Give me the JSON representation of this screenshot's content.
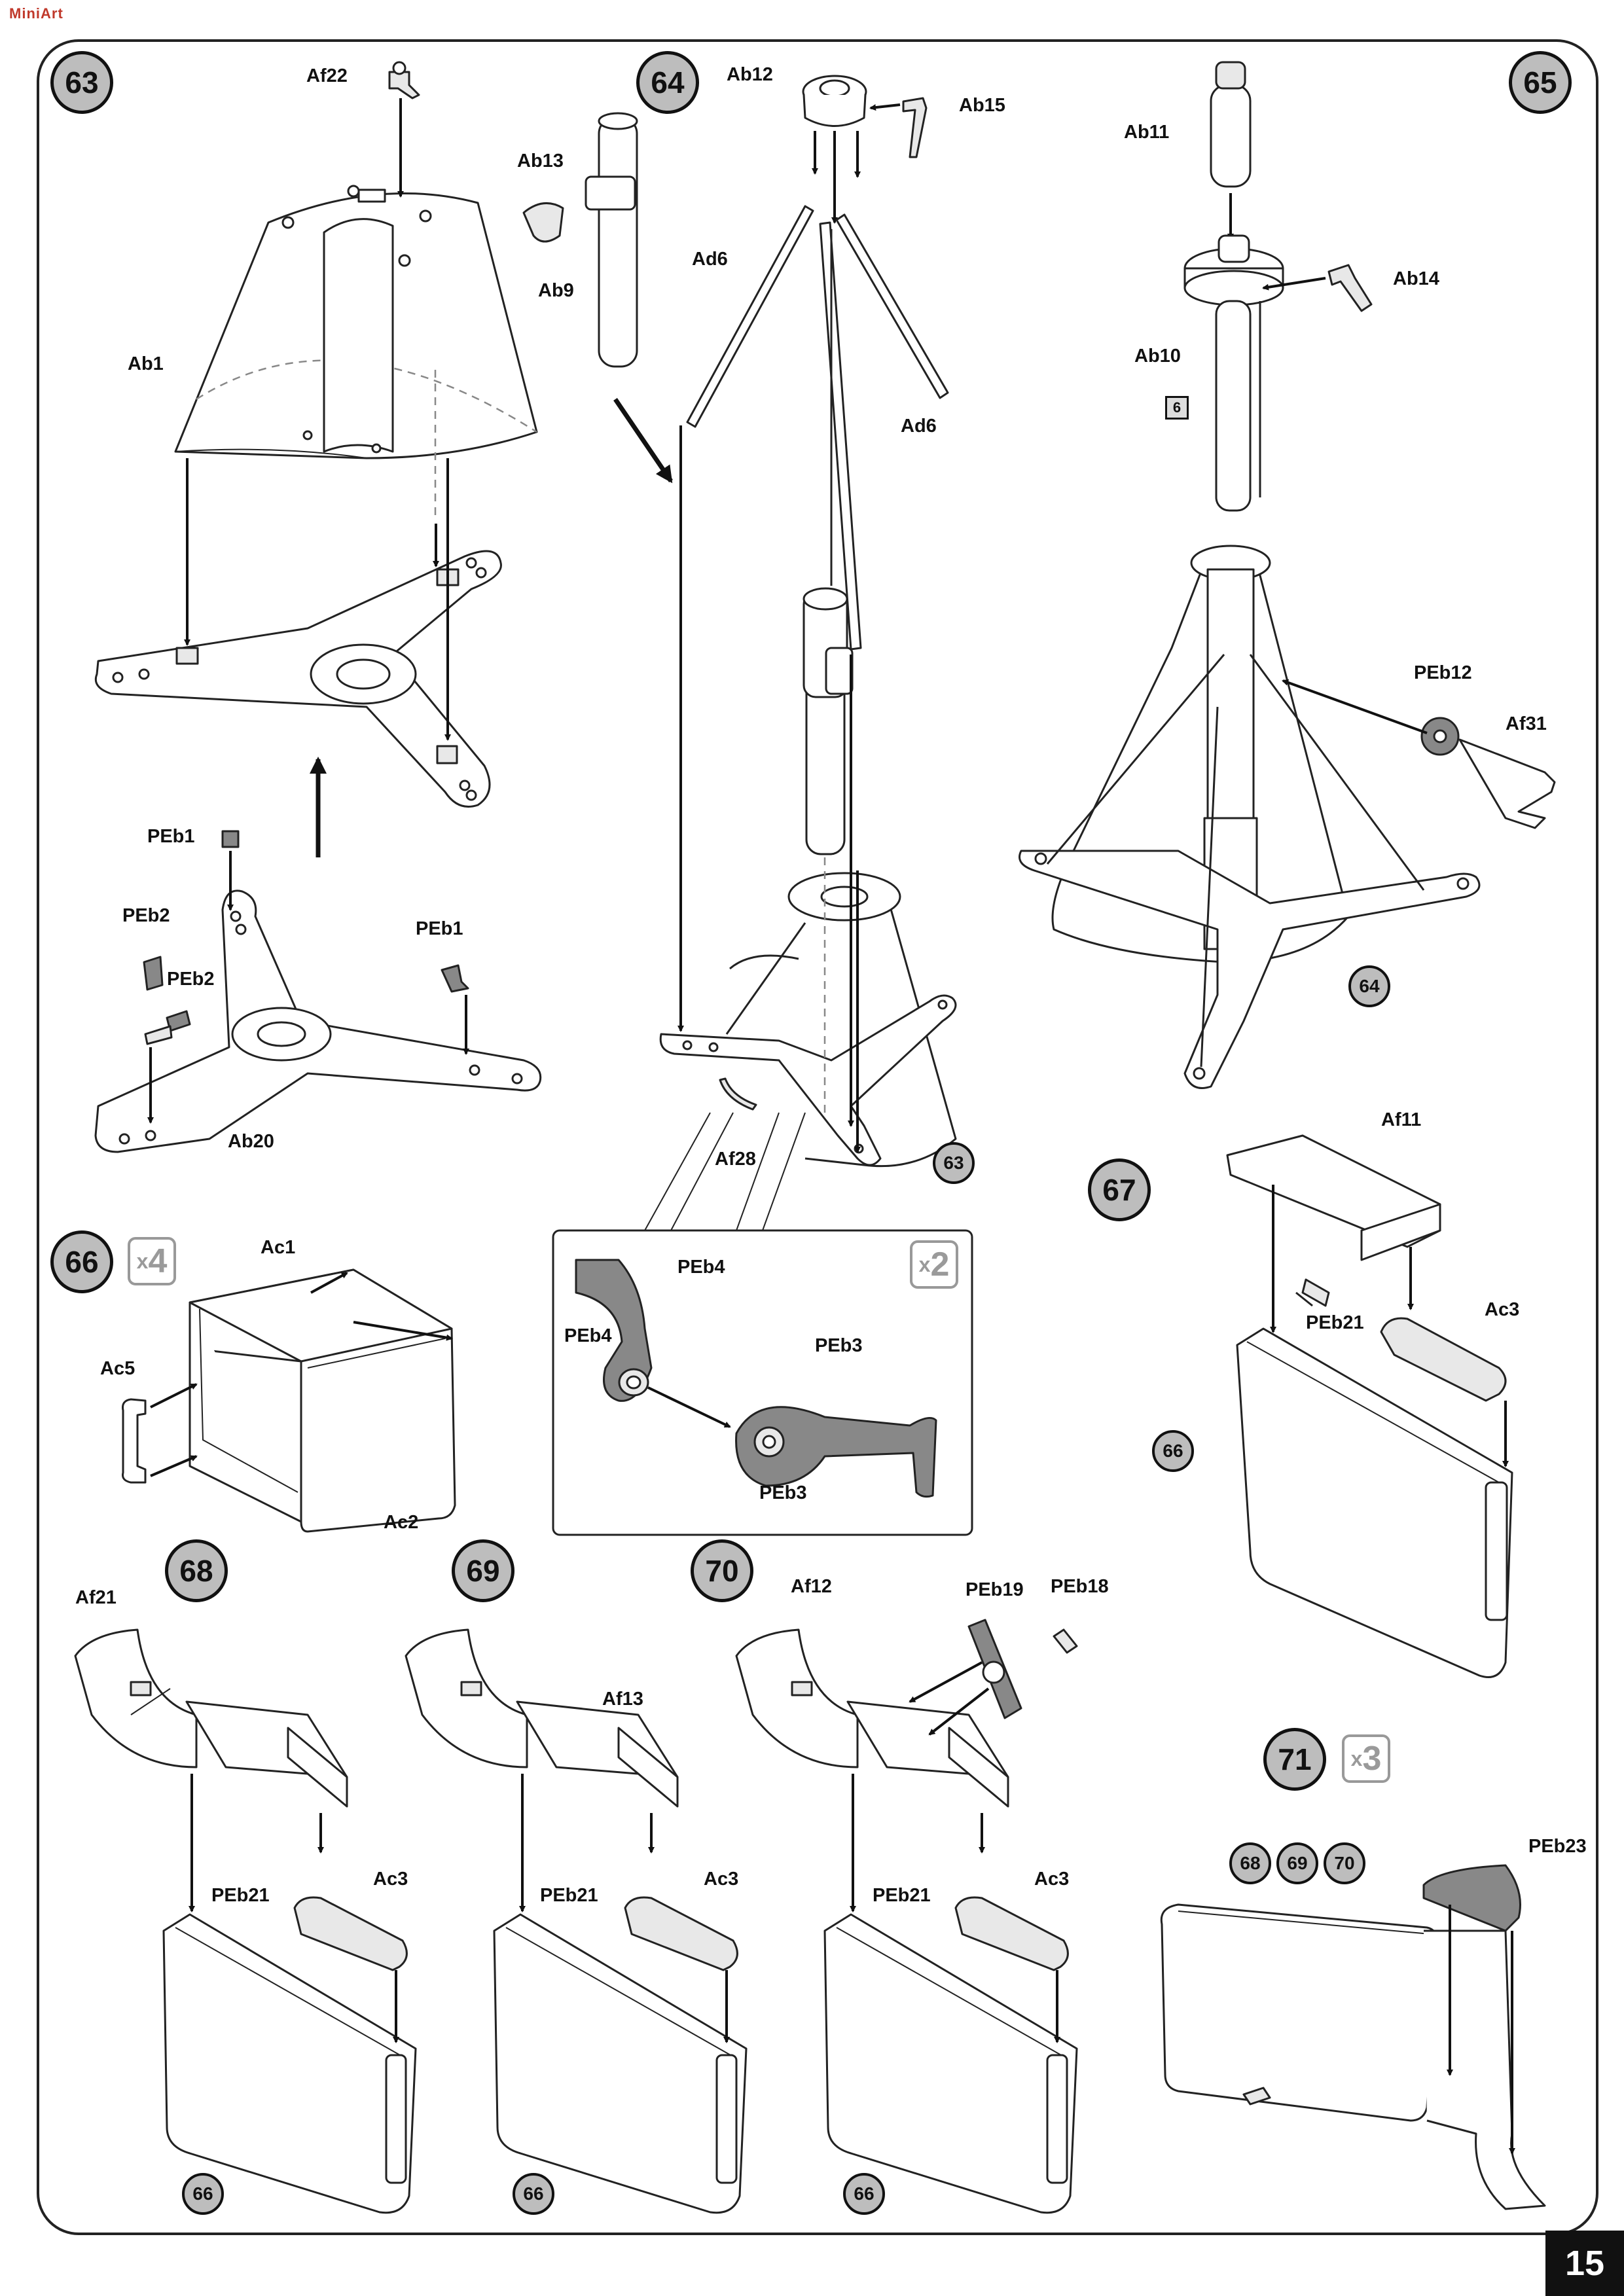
{
  "page": {
    "number": "15",
    "publisher_logo": "MiniArt"
  },
  "steps": [
    {
      "num": "63"
    },
    {
      "num": "64"
    },
    {
      "num": "65"
    },
    {
      "num": "66",
      "multiplier": "4"
    },
    {
      "num": "67"
    },
    {
      "num": "68"
    },
    {
      "num": "69"
    },
    {
      "num": "70"
    },
    {
      "num": "71",
      "multiplier": "3"
    }
  ],
  "multiplier_prefix": "x",
  "detail_box": {
    "multiplier": "2"
  },
  "part_number_box": "6",
  "labels": {
    "af22": "Af22",
    "ab1": "Ab1",
    "peb1_a": "PEb1",
    "peb2_a": "PEb2",
    "peb2_b": "PEb2",
    "peb1_b": "PEb1",
    "ab20": "Ab20",
    "ab12": "Ab12",
    "ab15": "Ab15",
    "ab13": "Ab13",
    "ab9": "Ab9",
    "ad6_a": "Ad6",
    "ad6_b": "Ad6",
    "af28": "Af28",
    "ab11": "Ab11",
    "ab14": "Ab14",
    "ab10": "Ab10",
    "peb12": "PEb12",
    "af31": "Af31",
    "ac1": "Ac1",
    "ac5": "Ac5",
    "ac2": "Ac2",
    "peb4_a": "PEb4",
    "peb4_b": "PEb4",
    "peb3_a": "PEb3",
    "peb3_b": "PEb3",
    "af11": "Af11",
    "peb21_67": "PEb21",
    "ac3_67": "Ac3",
    "af21": "Af21",
    "peb21_68": "PEb21",
    "ac3_68": "Ac3",
    "af13": "Af13",
    "peb21_69": "PEb21",
    "ac3_69": "Ac3",
    "af12": "Af12",
    "peb19": "PEb19",
    "peb18": "PEb18",
    "peb21_70": "PEb21",
    "ac3_70": "Ac3",
    "peb23": "PEb23"
  },
  "refs": {
    "r63_in_64": "63",
    "r64_in_65": "64",
    "r66_in_67": "66",
    "r66_in_68": "66",
    "r66_in_69": "66",
    "r66_in_70": "66",
    "r68_in_71": "68",
    "r69_in_71": "69",
    "r70_in_71": "70"
  }
}
